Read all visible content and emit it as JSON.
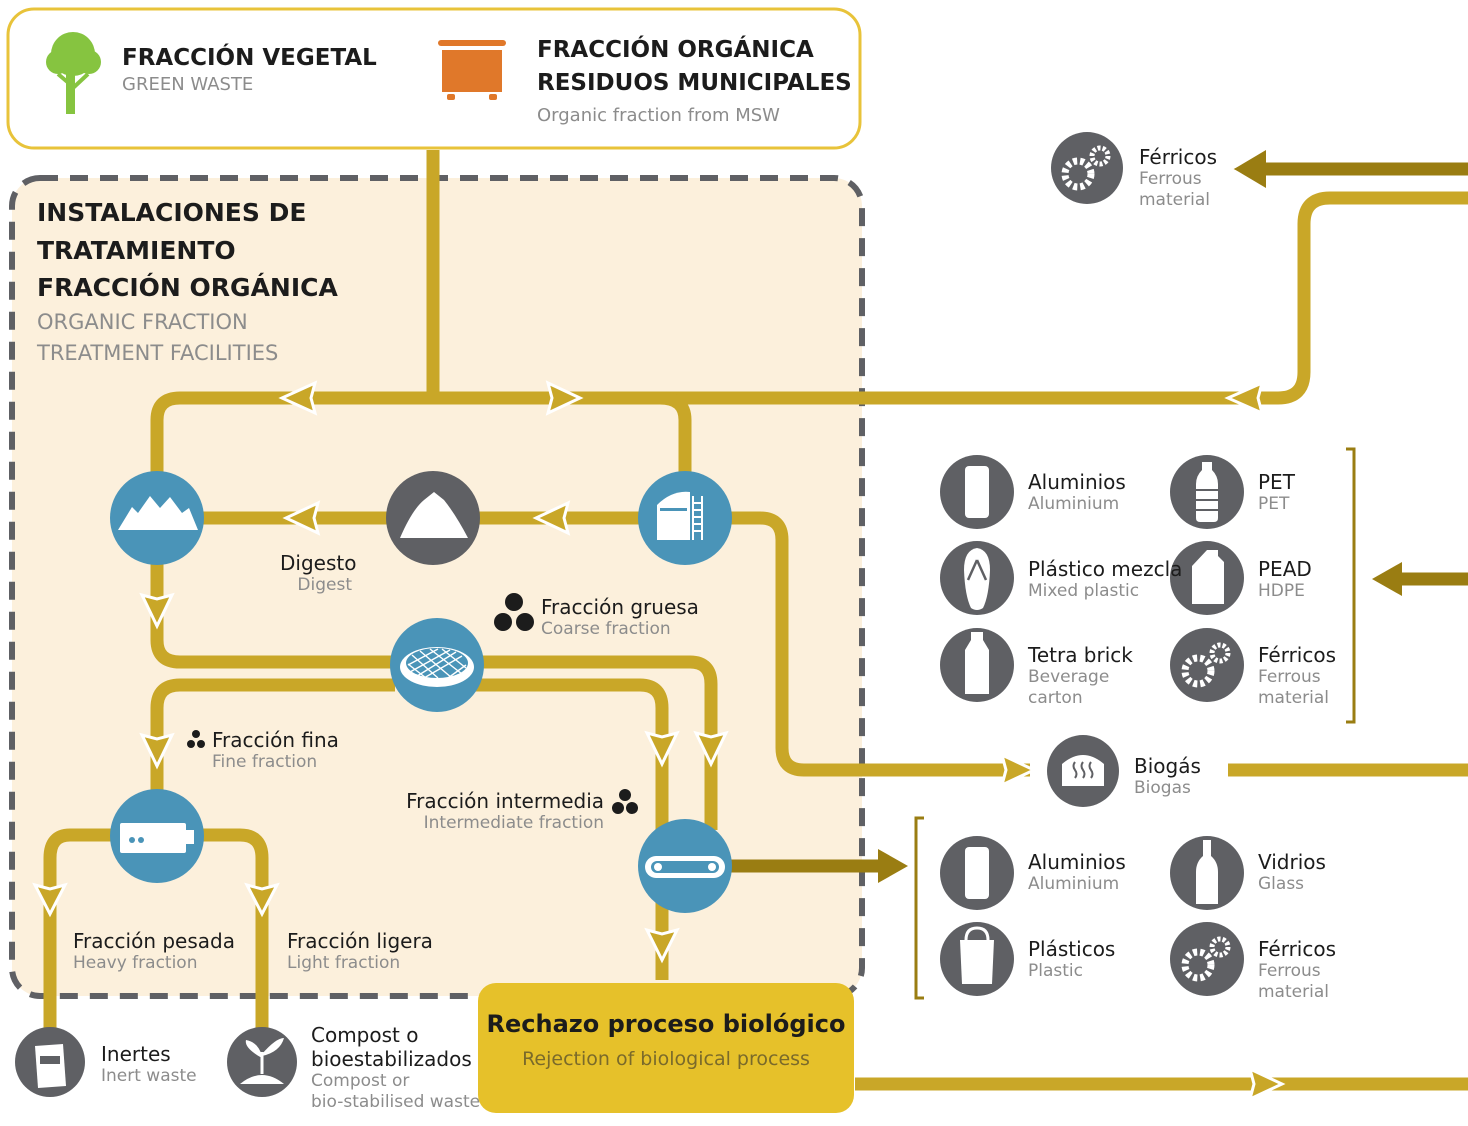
{
  "colors": {
    "flow": "#c9a728",
    "flow_dark": "#9a7d12",
    "node_blue": "#4a94b8",
    "node_gray": "#5f6064",
    "facility_bg": "#fcf0dc",
    "facility_border": "#5f6064",
    "top_box_border": "#e8c33a",
    "reject_box": "#e6c12a",
    "tree_green": "#86c440",
    "bin_orange": "#e0782a"
  },
  "inputs": {
    "green_waste": {
      "title": "FRACCIÓN VEGETAL",
      "subtitle": "GREEN WASTE",
      "icon": "tree-icon"
    },
    "organic_msw": {
      "title_line1": "FRACCIÓN ORGÁNICA",
      "title_line2": "RESIDUOS MUNICIPALES",
      "subtitle": "Organic fraction from MSW",
      "icon": "waste-bin-icon"
    }
  },
  "facility": {
    "title_line1": "INSTALACIONES DE",
    "title_line2": "TRATAMIENTO",
    "title_line3": "FRACCIÓN ORGÁNICA",
    "subtitle_line1": "ORGANIC FRACTION",
    "subtitle_line2": "TREATMENT FACILITIES"
  },
  "process_nodes": [
    {
      "name": "composting-pile-node",
      "icon": "compost-piles-icon"
    },
    {
      "name": "digestate-pile-node",
      "icon": "pile-icon"
    },
    {
      "name": "digester-node",
      "icon": "digester-tank-icon"
    },
    {
      "name": "screening-node",
      "icon": "sieve-icon"
    },
    {
      "name": "densimetric-separator-node",
      "icon": "separator-icon"
    },
    {
      "name": "conveyor-node",
      "icon": "conveyor-belt-icon"
    }
  ],
  "flow_labels": {
    "digest": {
      "es": "Digesto",
      "en": "Digest"
    },
    "coarse": {
      "es": "Fracción gruesa",
      "en": "Coarse fraction"
    },
    "fine": {
      "es": "Fracción fina",
      "en": "Fine fraction"
    },
    "intermediate": {
      "es": "Fracción intermedia",
      "en": "Intermediate fraction"
    },
    "heavy": {
      "es": "Fracción pesada",
      "en": "Heavy fraction"
    },
    "light": {
      "es": "Fracción ligera",
      "en": "Light fraction"
    }
  },
  "outputs": {
    "inert": {
      "es": "Inertes",
      "en": "Inert waste",
      "icon": "sack-icon"
    },
    "compost": {
      "es_line1": "Compost o",
      "es_line2": "bioestabilizados",
      "en_line1": "Compost or",
      "en_line2": "bio-stabilised waste",
      "icon": "seedling-icon"
    },
    "reject": {
      "title": "Rechazo proceso biológico",
      "subtitle": "Rejection of biological process"
    },
    "biogas": {
      "es": "Biogás",
      "en": "Biogas",
      "icon": "biogas-icon"
    },
    "ferrous_top": {
      "es": "Férricos",
      "en_line1": "Ferrous",
      "en_line2": "material",
      "icon": "gears-icon"
    }
  },
  "recovered_group_1": [
    {
      "es": "Aluminios",
      "en": "Aluminium",
      "icon": "can-icon"
    },
    {
      "es": "PET",
      "en": "PET",
      "icon": "pet-bottle-icon"
    },
    {
      "es": "Plástico mezcla",
      "en": "Mixed plastic",
      "icon": "flip-flop-icon"
    },
    {
      "es": "PEAD",
      "en": "HDPE",
      "icon": "jerrycan-icon"
    },
    {
      "es": "Tetra brick",
      "en_line1": "Beverage",
      "en_line2": "carton",
      "icon": "carton-icon"
    },
    {
      "es": "Férricos",
      "en_line1": "Ferrous",
      "en_line2": "material",
      "icon": "gears-icon"
    }
  ],
  "recovered_group_2": [
    {
      "es": "Aluminios",
      "en": "Aluminium",
      "icon": "can-icon"
    },
    {
      "es": "Vidrios",
      "en": "Glass",
      "icon": "glass-bottle-icon"
    },
    {
      "es": "Plásticos",
      "en": "Plastic",
      "icon": "plastic-bag-icon"
    },
    {
      "es": "Férricos",
      "en_line1": "Ferrous",
      "en_line2": "material",
      "icon": "gears-icon"
    }
  ]
}
